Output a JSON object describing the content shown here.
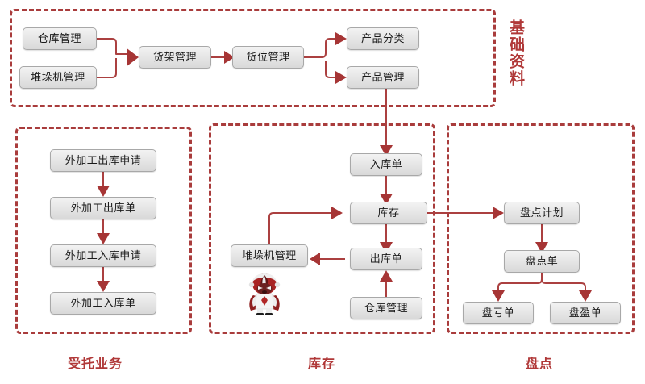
{
  "diagram": {
    "title_colors": {
      "group_border": "#a93c3c",
      "group_label": "#b03838",
      "arrow": "#ab4040",
      "node_border": "#a8a8a8",
      "node_text": "#1a1a1a"
    },
    "groups": [
      {
        "id": "basic-data",
        "label": "基础资料",
        "orientation": "vertical"
      },
      {
        "id": "entrusted-business",
        "label": "受托业务",
        "orientation": "horizontal"
      },
      {
        "id": "inventory",
        "label": "库存",
        "orientation": "horizontal"
      },
      {
        "id": "stocktaking",
        "label": "盘点",
        "orientation": "horizontal"
      }
    ],
    "nodes": {
      "warehouse_mgmt_top": "仓库管理",
      "stacker_mgmt_top": "堆垛机管理",
      "rack_mgmt": "货架管理",
      "location_mgmt": "货位管理",
      "product_category": "产品分类",
      "product_mgmt": "产品管理",
      "outsourcing_out_request": "外加工出库申请",
      "outsourcing_out_order": "外加工出库单",
      "outsourcing_in_request": "外加工入库申请",
      "outsourcing_in_order": "外加工入库单",
      "inbound_order": "入库单",
      "stock": "库存",
      "stacker_mgmt_mid": "堆垛机管理",
      "outbound_order": "出库单",
      "warehouse_mgmt_mid": "仓库管理",
      "stocktaking_plan": "盘点计划",
      "stocktaking_order": "盘点单",
      "shortage_order": "盘亏单",
      "surplus_order": "盘盈单"
    },
    "mascot": {
      "name": "red-superhero-mascot",
      "cape_color": "#9e2222",
      "helmet_color": "#a82626",
      "body_color": "#f2f2f2",
      "emblem_color": "#b32626"
    }
  }
}
